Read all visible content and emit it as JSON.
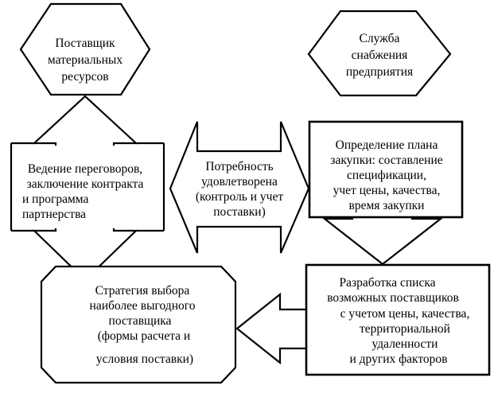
{
  "nodes": {
    "supplier": {
      "lines": [
        "Поставщик",
        "материальных",
        "ресурсов"
      ]
    },
    "procurement_service": {
      "lines": [
        "Служба",
        "снабжения",
        "предприятия"
      ]
    },
    "negotiations": {
      "lines": [
        "Ведение переговоров,",
        "заключение контракта",
        "и программа",
        "партнерства"
      ]
    },
    "need_satisfied": {
      "lines": [
        "Потребность",
        "удовлетворена",
        "(контроль и учет",
        "поставки)"
      ]
    },
    "purchase_plan": {
      "lines": [
        "Определение плана",
        "закупки: составление",
        "спецификации,",
        "учет цены, качества,",
        "время закупки"
      ]
    },
    "supplier_list": {
      "lines": [
        "Разработка списка",
        "возможных поставщиков",
        "с учетом цены, качества,",
        "территориальной",
        "удаленности",
        "и других факторов"
      ]
    },
    "selection_strategy": {
      "lines": [
        "Стратегия выбора",
        "наиболее выгодного",
        "поставщика",
        "(формы расчета и",
        "условия поставки)"
      ]
    }
  }
}
